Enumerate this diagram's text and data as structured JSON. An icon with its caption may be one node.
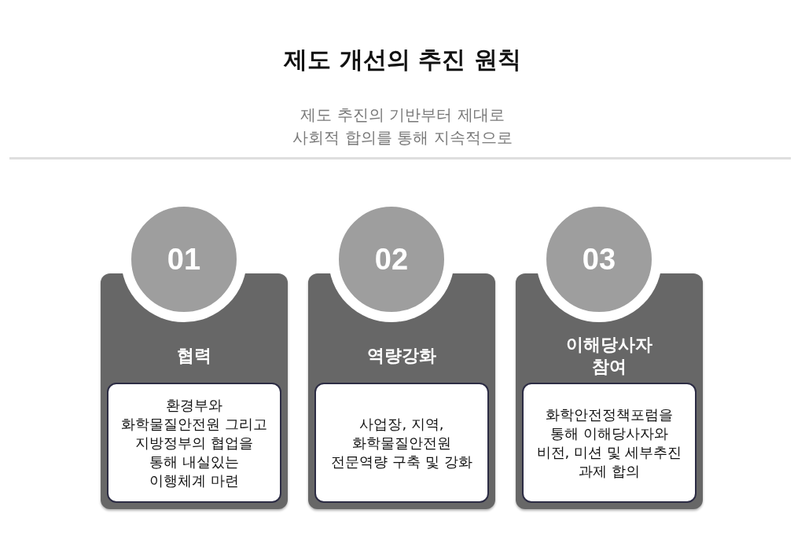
{
  "diagram": {
    "title": "제도 개선의 추진 원칙",
    "nodes": [
      {
        "text": [
          "01"
        ]
      },
      {
        "text": [
          "협력"
        ]
      },
      {
        "text": [
          "환경부와 화학물질안전원 그리고 지방정부의 협업을 통해 내실있는 이행체계 마련"
        ],
        "in": 1
      },
      {
        "text": [
          "02"
        ]
      },
      {
        "text": [
          "역량강화"
        ]
      },
      {
        "text": [
          "사업장, 지역, 화학물질안전원 전문역량 구축 및 강화"
        ],
        "in": 4
      },
      {
        "text": [
          "03"
        ]
      },
      {
        "text": [
          "이해당사자 참여"
        ]
      },
      {
        "text": [
          "화학안전정책포럼을 통해 이해당사자와 비전, 미션 및 세부추진 과제 합의"
        ],
        "in": 7
      }
    ],
    "labels": [
      "제도 추진의 기반부터 제대로 사회적 합의를 통해 지속적으로"
    ]
  }
}
